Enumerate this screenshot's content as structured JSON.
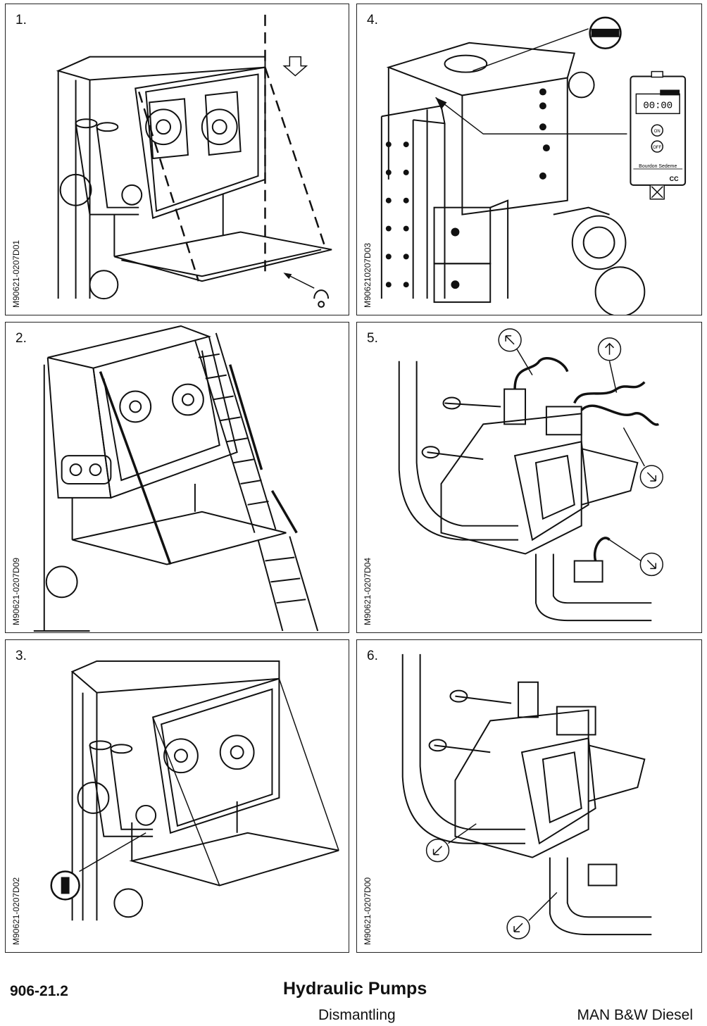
{
  "panels": [
    {
      "number": "1.",
      "code": "M90621-0207D01"
    },
    {
      "number": "2.",
      "code": "M90621-0207D09"
    },
    {
      "number": "3.",
      "code": "M90621-0207D02"
    },
    {
      "number": "4.",
      "code": "M906210207D03"
    },
    {
      "number": "5.",
      "code": "M90621-0207D04"
    },
    {
      "number": "6.",
      "code": "M90621-0207D00"
    }
  ],
  "gauge": {
    "display": "00:00",
    "on_label": "ON",
    "off_label": "OFF",
    "brand": "Bourdon Sedeme",
    "unit": "CC"
  },
  "footer": {
    "doc_number": "906-21.2",
    "title": "Hydraulic Pumps",
    "subtitle": "Dismantling",
    "company": "MAN B&W Diesel"
  }
}
